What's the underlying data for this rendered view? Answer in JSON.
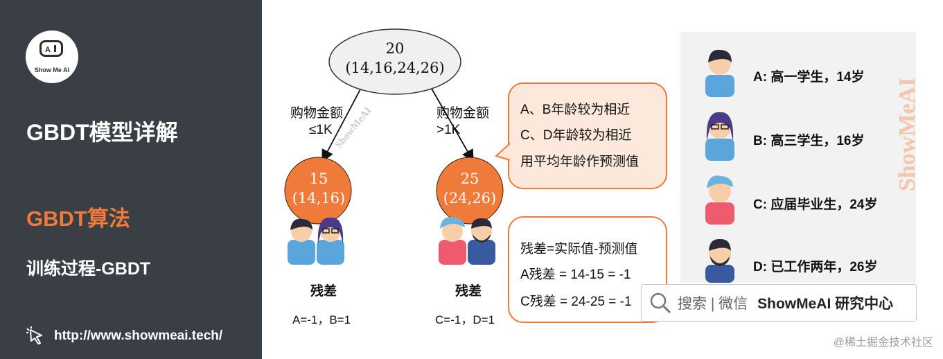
{
  "sidebar": {
    "logo_text": "Show Me AI",
    "title": "GBDT模型详解",
    "section": "GBDT算法",
    "subtitle": "训练过程-GBDT",
    "link": "http://www.showmeai.tech/"
  },
  "tree": {
    "root_value": "20",
    "root_set": "(14,16,24,26)",
    "left_edge_label_1": "购物金额",
    "left_edge_label_2": "≤1K",
    "right_edge_label_1": "购物金额",
    "right_edge_label_2": ">1K",
    "left_value": "15",
    "left_set": "(14,16)",
    "right_value": "25",
    "right_set": "(24,26)",
    "left_residual_title": "残差",
    "left_residual": "A=-1，B=1",
    "right_residual_title": "残差",
    "right_residual": "C=-1，D=1"
  },
  "callout_top": {
    "line1": "A、B年龄较为相近",
    "line2": "C、D年龄较为相近",
    "line3": "用平均年龄作预测值"
  },
  "callout_bottom": {
    "line1": "残差=实际值-预测值",
    "line2": "A残差 = 14-15 = -1",
    "line3": "C残差 = 24-25 = -1"
  },
  "people": [
    {
      "label": "A: 高一学生，14岁"
    },
    {
      "label": "B: 高三学生，16岁"
    },
    {
      "label": "C: 应届毕业生，24岁"
    },
    {
      "label": "D: 已工作两年，26岁"
    }
  ],
  "watermark_vertical": "ShowMeAI",
  "watermark_diag": "ShowMeAI",
  "search_bar": {
    "left": "搜索 | 微信",
    "right": "ShowMeAI 研究中心"
  },
  "footer": "@稀土掘金技术社区",
  "colors": {
    "sidebar": "#3a3f46",
    "accent": "#f07a3a",
    "callout_fill": "#fde9db",
    "node_fill": "#f07a3a"
  }
}
